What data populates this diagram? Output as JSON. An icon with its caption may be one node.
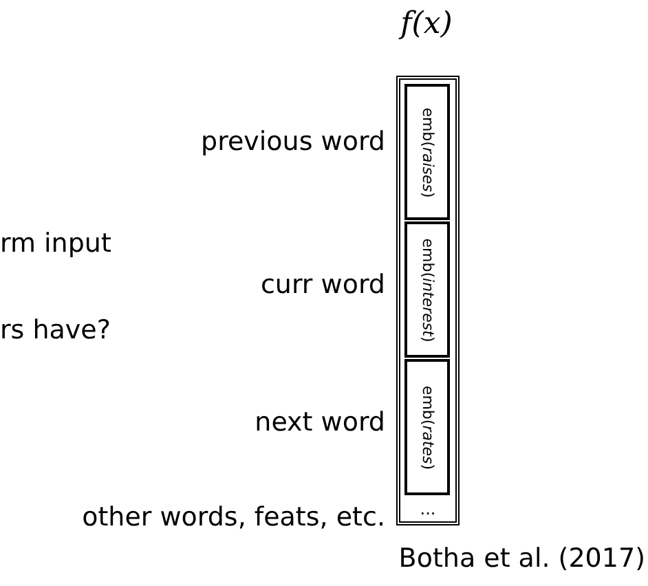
{
  "diagram": {
    "caption": "Botha et al. (2017)",
    "nodes": [
      {
        "text": [
          "f(x)",
          "..."
        ]
      },
      {
        "text": [
          "emb(*raises*)"
        ],
        "in": 0
      },
      {
        "text": [
          "emb(*interest*)"
        ],
        "in": 0
      },
      {
        "text": [
          "emb(*rates*)"
        ],
        "in": 0
      }
    ],
    "edges": [],
    "labels": [
      "previous word",
      "rm input",
      "curr word",
      "rs have?",
      "next word",
      "other words, feats, etc."
    ]
  }
}
